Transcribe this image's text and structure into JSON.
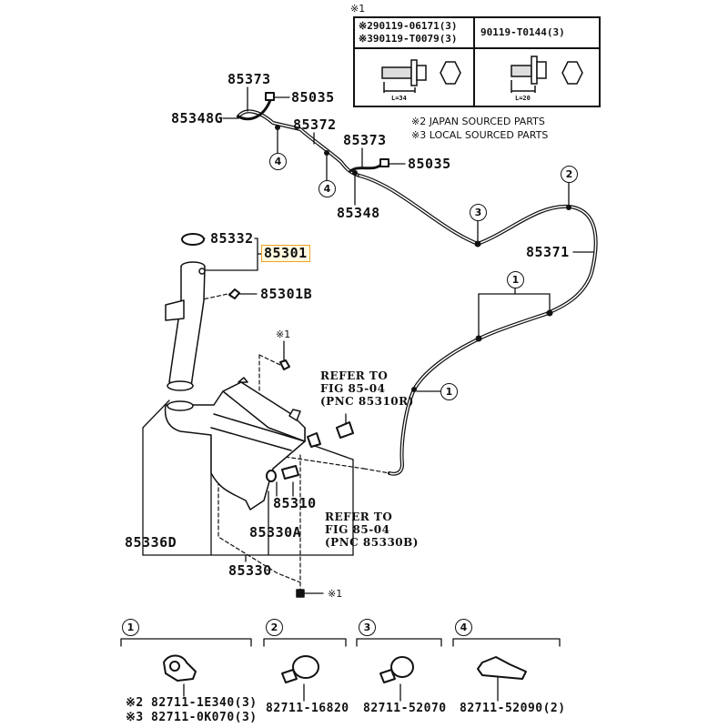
{
  "title": "Windshield washer parts diagram",
  "highlight_color": "#f0a020",
  "note_marker": "※1",
  "legend": {
    "japan": "※2 JAPAN SOURCED PARTS",
    "local": "※3 LOCAL SOURCED PARTS"
  },
  "bolt_table": {
    "heading": "※1",
    "col1_line1": "※290119-06171(3)",
    "col1_line2": "※390119-T0079(3)",
    "col2_line1": "90119-T0144(3)",
    "col1_dim": "L=34",
    "col2_dim": "L=20"
  },
  "parts": {
    "p85373_top": "85373",
    "p85035_top": "85035",
    "p85348G": "85348G",
    "p85372": "85372",
    "p85373_mid": "85373",
    "p85035_mid": "85035",
    "p85348": "85348",
    "p85371": "85371",
    "p85332": "85332",
    "p85301": "85301",
    "p85301B": "85301B",
    "p85310": "85310",
    "p85336D": "85336D",
    "p85330A": "85330A",
    "p85330": "85330"
  },
  "refs": {
    "ref_upper": "REFER TO\nFIG 85-04\n(PNC 85310R)",
    "ref_lower": "REFER TO\nFIG 85-04\n(PNC 85330B)"
  },
  "callouts": {
    "c1": "1",
    "c2": "2",
    "c3": "3",
    "c4": "4"
  },
  "clamps": [
    {
      "index": "1",
      "part_line1": "※2 82711-1E340(3)",
      "part_line2": "※3 82711-0K070(3)"
    },
    {
      "index": "2",
      "part_line1": "82711-16820"
    },
    {
      "index": "3",
      "part_line1": "82711-52070"
    },
    {
      "index": "4",
      "part_line1": "82711-52090(2)"
    }
  ]
}
